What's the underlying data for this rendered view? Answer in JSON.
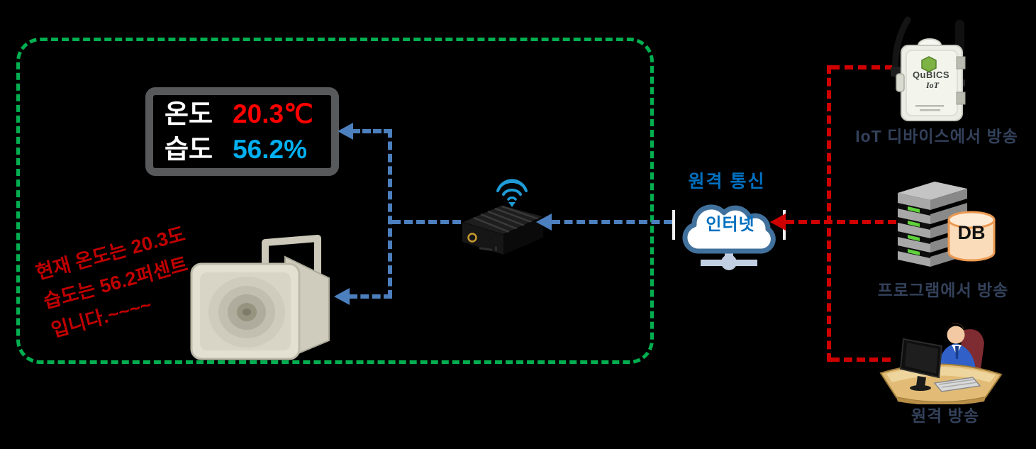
{
  "display": {
    "temp_label": "온도",
    "temp_value": "20.3℃",
    "hum_label": "습도",
    "hum_value": "56.2%"
  },
  "announcement": {
    "line1": "현재 온도는 20.3도",
    "line2": "습도는 56.2퍼센트",
    "line3": "입니다.~~~~"
  },
  "cloud": {
    "heading": "원격 통신",
    "label": "인터넷"
  },
  "sources": {
    "iot": {
      "brand": "QuBICS",
      "brand_sub": "IoT",
      "caption": "IoT 디바이스에서 방송"
    },
    "program": {
      "db_label": "DB",
      "caption": "프로그램에서 방송"
    },
    "remote": {
      "caption": "원격 방송"
    }
  },
  "colors": {
    "zone_green": "#00B050",
    "local_link_blue": "#4C7FBE",
    "remote_link_red": "#D00000",
    "temp_red": "#FF0000",
    "humidity_blue": "#00B0F0",
    "korean_blue": "#0070C0",
    "caption_navy": "#33415A",
    "announcement_red": "#C00000"
  }
}
